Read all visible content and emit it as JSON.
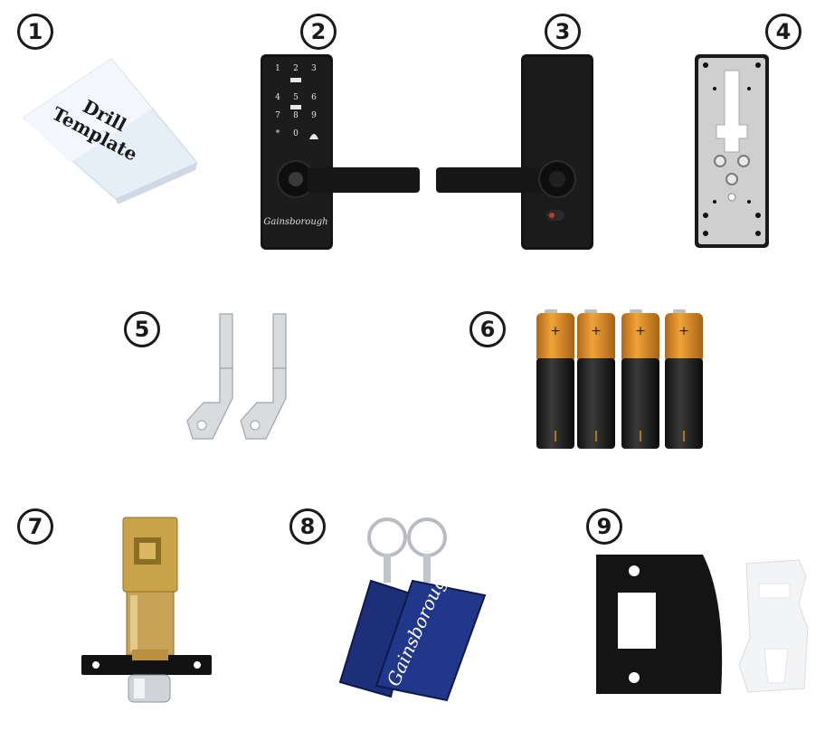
{
  "items": [
    {
      "number": "1",
      "name": "Drill Template",
      "text_line1": "Drill",
      "text_line2": "Template"
    },
    {
      "number": "2",
      "name": "Exterior lock with keypad",
      "keys": [
        "1",
        "2",
        "3",
        "4",
        "5",
        "6",
        "7",
        "8",
        "9",
        "*",
        "0",
        "🔔"
      ],
      "brand": "Gainsborough"
    },
    {
      "number": "3",
      "name": "Interior lock"
    },
    {
      "number": "4",
      "name": "Mounting plate"
    },
    {
      "number": "5",
      "name": "Keys"
    },
    {
      "number": "6",
      "name": "Batteries",
      "plus": "+"
    },
    {
      "number": "7",
      "name": "Latch"
    },
    {
      "number": "8",
      "name": "Key fobs",
      "brand": "Gainsborough"
    },
    {
      "number": "9",
      "name": "Strike plate"
    }
  ],
  "colors": {
    "lock_body": "#141414",
    "battery_top": "#d98a1f",
    "fob_blue": "#1c2f78",
    "brass": "#c9a24a"
  }
}
